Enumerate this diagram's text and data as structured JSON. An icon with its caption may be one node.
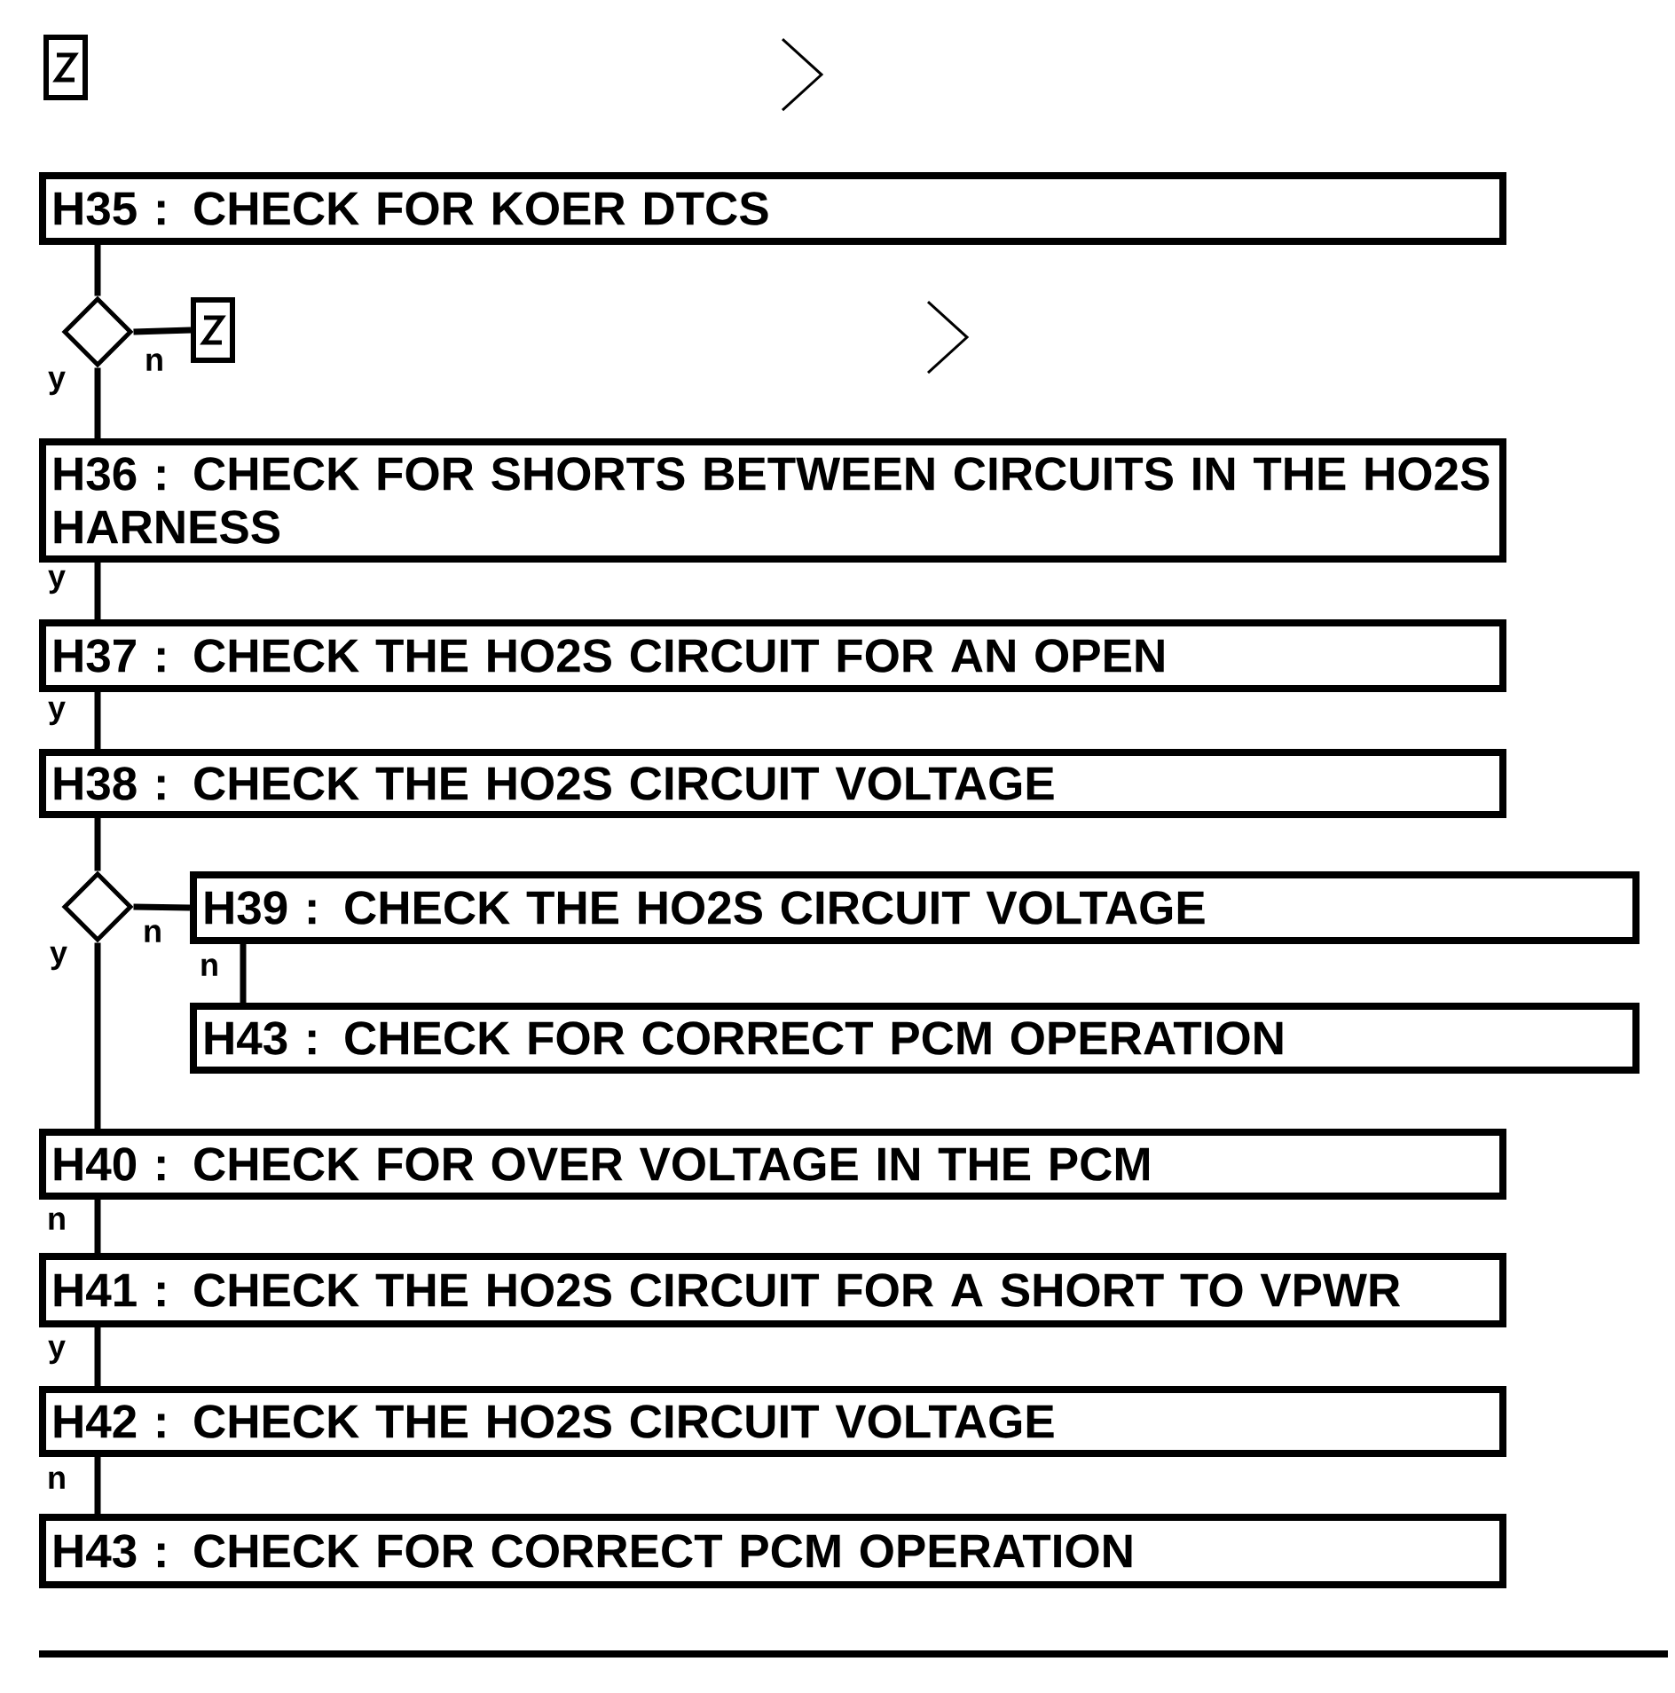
{
  "diagram": {
    "nodes": [
      {
        "text": [
          "H35 : CHECK FOR KOER DTCS"
        ]
      },
      {
        "text": [],
        "shape": "diamond"
      },
      {
        "text": [],
        "shape": "box"
      },
      {
        "text": [
          "H36 : CHECK FOR SHORTS BETWEEN CIRCUITS IN THE HO2S HARNESS"
        ]
      },
      {
        "text": [
          "H37 : CHECK THE HO2S CIRCUIT FOR AN OPEN"
        ]
      },
      {
        "text": [
          "H38 : CHECK THE HO2S CIRCUIT VOLTAGE"
        ]
      },
      {
        "text": [],
        "shape": "diamond"
      },
      {
        "text": [
          "H39 : CHECK THE HO2S CIRCUIT VOLTAGE"
        ]
      },
      {
        "text": [
          "H43 : CHECK FOR CORRECT PCM OPERATION"
        ]
      },
      {
        "text": [
          "H40 : CHECK FOR OVER VOLTAGE IN THE PCM"
        ]
      },
      {
        "text": [
          "H41 : CHECK THE HO2S CIRCUIT FOR A SHORT TO VPWR"
        ]
      },
      {
        "text": [
          "H42 : CHECK THE HO2S CIRCUIT VOLTAGE"
        ]
      },
      {
        "text": [
          "H43 : CHECK FOR CORRECT PCM OPERATION"
        ]
      }
    ],
    "edges": [
      {
        "from": 0,
        "to": 1,
        "arrow": "none"
      },
      {
        "from": 1,
        "to": 2,
        "arrow": "none",
        "label": "n"
      },
      {
        "from": 1,
        "to": 3,
        "arrow": "none",
        "label": "y"
      },
      {
        "from": 3,
        "to": 4,
        "arrow": "none",
        "label": "y"
      },
      {
        "from": 4,
        "to": 5,
        "arrow": "none",
        "label": "y"
      },
      {
        "from": 5,
        "to": 6,
        "arrow": "none"
      },
      {
        "from": 6,
        "to": 7,
        "arrow": "none",
        "label": "n"
      },
      {
        "from": 6,
        "to": 9,
        "arrow": "none",
        "label": "y"
      },
      {
        "from": 7,
        "to": 8,
        "arrow": "none",
        "label": "n"
      },
      {
        "from": 9,
        "to": 10,
        "arrow": "none",
        "label": "n"
      },
      {
        "from": 10,
        "to": 11,
        "arrow": "none",
        "label": "y"
      },
      {
        "from": 11,
        "to": 12,
        "arrow": "none",
        "label": "n"
      }
    ]
  }
}
